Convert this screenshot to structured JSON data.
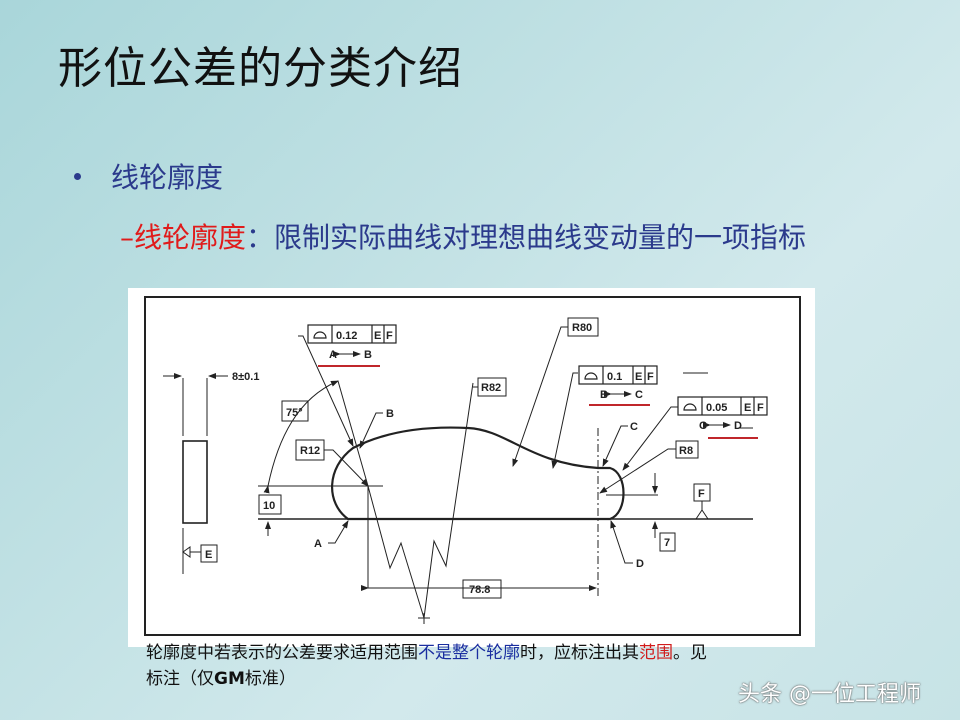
{
  "slide": {
    "title": "形位公差的分类介绍",
    "bullet": "线轮廓度",
    "sub_term": "–线轮廓度",
    "sub_colon": "：",
    "sub_definition": "限制实际曲线对理想曲线变动量的一项指标"
  },
  "drawing": {
    "frames": [
      {
        "symbol": "line-profile-icon",
        "tolerance": "0.12",
        "datum1": "E",
        "datum2": "F",
        "range_from": "A",
        "range_to": "B",
        "range_arrow": "↔"
      },
      {
        "symbol": "line-profile-icon",
        "tolerance": "0.1",
        "datum1": "E",
        "datum2": "F",
        "range_from": "B",
        "range_to": "C",
        "range_arrow": "↔"
      },
      {
        "symbol": "line-profile-icon",
        "tolerance": "0.05",
        "datum1": "E",
        "datum2": "F",
        "range_from": "C",
        "range_to": "D",
        "range_arrow": "↔"
      }
    ],
    "dimensions": {
      "width": "8±0.1",
      "angle": "75°",
      "r12": "R12",
      "r82": "R82",
      "r80": "R80",
      "r8": "R8",
      "height_left": "10",
      "height_right": "7",
      "length": "78.8"
    },
    "points": {
      "a": "A",
      "b": "B",
      "c": "C",
      "d": "D"
    },
    "datums": {
      "e": "E",
      "f": "F"
    },
    "highlight_color": "#c0262b"
  },
  "caption": {
    "part1": "轮廓度中若表示的公差要求适用范围",
    "blue": "不是整个轮廓",
    "part2": "时，应标注出其",
    "red": "范围",
    "part3": "。见",
    "line2_a": "标注（仅",
    "line2_b": "GM",
    "line2_c": "标准）"
  },
  "watermark": "头条 @一位工程师"
}
